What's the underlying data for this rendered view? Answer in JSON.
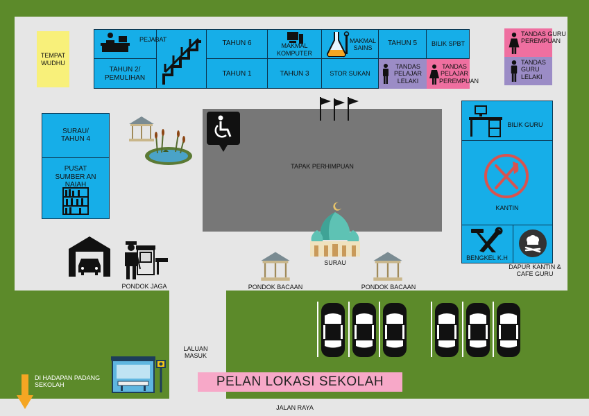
{
  "title": "PELAN LOKASI SEKOLAH",
  "colors": {
    "grass": "#5c8a2a",
    "ground": "#e6e6e6",
    "building": "#16aee8",
    "assembly": "#777777",
    "title_bg": "#f7a8c8",
    "wudhu": "#f8f07a",
    "toilet_pink": "#ef6fa0",
    "toilet_purple": "#9b8cc6"
  },
  "labels": {
    "wudhu": "TEMPAT WUDHU",
    "pejabat": "PEJABAT",
    "tahun2": "TAHUN 2/ PEMULIHAN",
    "tahun6": "TAHUN 6",
    "tahun1": "TAHUN 1",
    "makmal_komputer": "MAKMAL KOMPUTER",
    "tahun3": "TAHUN 3",
    "makmal_sains": "MAKMAL SAINS",
    "stor_sukan": "STOR SUKAN",
    "tahun5": "TAHUN 5",
    "bilik_spbt": "BILIK SPBT",
    "tandas_pelajar_lelaki": "TANDAS PELAJAR LELAKI",
    "tandas_pelajar_perempuan": "TANDAS PELAJAR PEREMPUAN",
    "tandas_guru_perempuan": "TANDAS GURU PEREMPUAN",
    "tandas_guru_lelaki": "TANDAS GURU LELAKI",
    "surau_tahun4": "SURAU/ TAHUN 4",
    "pusat_sumber": "PUSAT SUMBER AN NAIAH",
    "tapak_perhimpunan": "TAPAK PERHIMPUAN",
    "surau": "SURAU",
    "bilik_guru": "BILIK GURU",
    "kantin": "KANTIN",
    "bengkel": "BENGKEL K.H",
    "dapur": "DAPUR KANTIN & CAFE GURU",
    "pondok_jaga": "PONDOK JAGA",
    "pondok_bacaan_1": "PONDOK BACAAN",
    "pondok_bacaan_2": "PONDOK BACAAN",
    "laluan_masuk": "LALUAN MASUK",
    "padang": "DI HADAPAN PADANG SEKOLAH",
    "jalan_raya": "JALAN RAYA"
  },
  "icons": [
    "office-desk-icon",
    "stairs-icon",
    "computer-icon",
    "flask-icon",
    "male-icon",
    "female-icon",
    "wheelchair-icon",
    "flags-icon",
    "gazebo-icon",
    "pond-icon",
    "bookshelf-icon",
    "garage-icon",
    "guard-icon",
    "guardhouse-icon",
    "mosque-icon",
    "desk-icon",
    "cutlery-icon",
    "tools-icon",
    "chef-icon",
    "car-icon",
    "bus-stop-icon",
    "arrow-down-icon"
  ],
  "parking_cars": 6
}
